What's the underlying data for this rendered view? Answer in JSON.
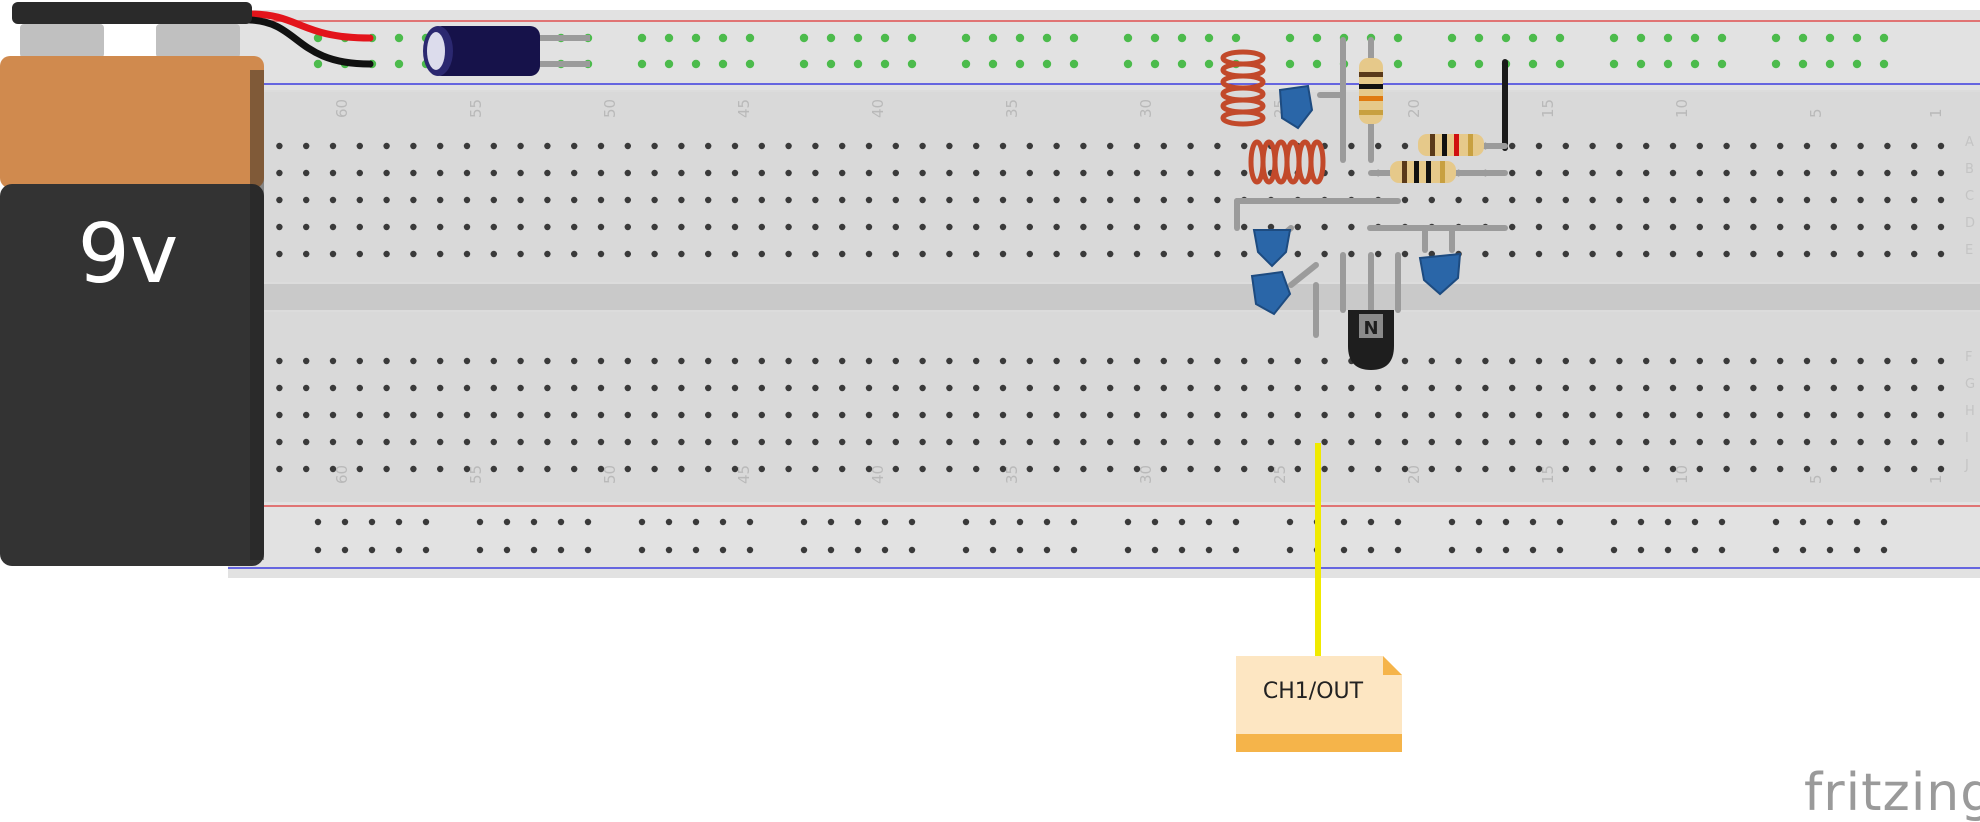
{
  "battery": {
    "label": "9v"
  },
  "breadboard": {
    "column_numbers": [
      "60",
      "55",
      "50",
      "45",
      "40",
      "35",
      "30",
      "25",
      "20",
      "15",
      "10",
      "5",
      "1"
    ],
    "row_letters_top": [
      "A",
      "B",
      "C",
      "D",
      "E"
    ],
    "row_letters_bottom": [
      "F",
      "G",
      "H",
      "I",
      "J"
    ]
  },
  "transistor": {
    "label": "N"
  },
  "net_label": {
    "text": "CH1/OUT"
  },
  "watermark": {
    "text": "fritzing"
  },
  "colors": {
    "battery_top": "#d08a4e",
    "battery_body": "#333333",
    "wire_red": "#e3141b",
    "wire_yellow": "#f0ea00",
    "rail_red_line": "#e05050",
    "rail_blue_line": "#3c3ce0",
    "breadboard": "#dedede",
    "ceramic_cap": "#2a66a8",
    "inductor": "#c2492a",
    "note_fill": "#fde6c2",
    "note_strip": "#f5b44a"
  }
}
